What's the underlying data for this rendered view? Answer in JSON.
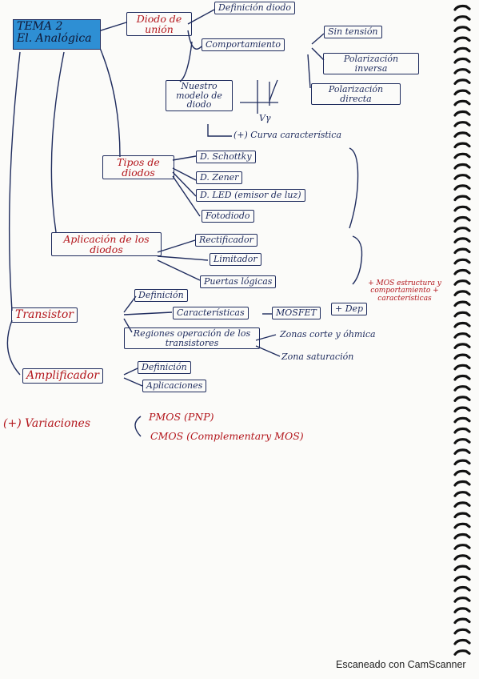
{
  "title": {
    "line1": "TEMA 2",
    "line2": "El. Analógica"
  },
  "diodo_union": {
    "label": "Diodo de unión"
  },
  "definicion_diodo": "Definición diodo",
  "comportamiento": "Comportamiento",
  "sin_tension": "Sin tensión",
  "polarizacion_inversa": "Polarización inversa",
  "polarizacion_directa": "Polarización directa",
  "nuestro_modelo": "Nuestro modelo de diodo",
  "curve_axis_label": "Vγ",
  "curva_caracteristica": "(+) Curva característica",
  "tipos_diodos": "Tipos de diodos",
  "tipos_list": [
    "D. Schottky",
    "D. Zener",
    "D. LED (emisor de luz)",
    "Fotodiodo"
  ],
  "aplicacion_diodos": "Aplicación de los diodos",
  "aplicaciones_list": [
    "Rectificador",
    "Limitador",
    "Puertas lógicas"
  ],
  "transistor": "Transistor",
  "definicion_t": "Definición",
  "caracteristicas": "Características",
  "mosfet": "MOSFET",
  "dep": "+ Dep",
  "mos_note": "+ MOS estructura y comportamiento + características",
  "regiones": "Regiones operación de los transistores",
  "zona_corte": "Zonas corte y óhmica",
  "zona_saturacion": "Zona saturación",
  "amplificador": "Amplificador",
  "amp_definicion": "Definición",
  "amp_aplicaciones": "Aplicaciones",
  "variaciones": "(+) Variaciones",
  "pmos": "PMOS (PNP)",
  "cmos": "CMOS (Complementary MOS)",
  "footer": "Escaneado con CamScanner",
  "colors": {
    "ink_blue": "#1f2c5e",
    "ink_red": "#b3161c",
    "title_fill": "#2e8fd4"
  }
}
